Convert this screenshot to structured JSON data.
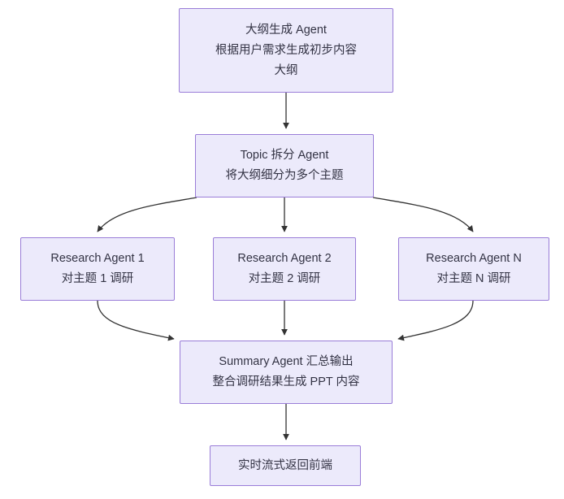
{
  "diagram": {
    "type": "flowchart",
    "direction": "top-down",
    "theme": {
      "node_fill": "#ECEAFB",
      "node_border": "#9A7DD8",
      "text_color": "#333344",
      "edge_color": "#333333",
      "background": "#FFFFFF"
    },
    "nodes": [
      {
        "id": "outline",
        "lines": [
          "大纲生成 Agent",
          "根据用户需求生成初步内容",
          "大纲"
        ]
      },
      {
        "id": "topic",
        "lines": [
          "Topic 拆分 Agent",
          "将大纲细分为多个主题"
        ]
      },
      {
        "id": "research1",
        "lines": [
          "Research Agent 1",
          "对主题 1 调研"
        ]
      },
      {
        "id": "research2",
        "lines": [
          "Research Agent 2",
          "对主题 2 调研"
        ]
      },
      {
        "id": "researchN",
        "lines": [
          "Research Agent N",
          "对主题 N 调研"
        ]
      },
      {
        "id": "summary",
        "lines": [
          "Summary Agent 汇总输出",
          "整合调研结果生成 PPT 内容"
        ]
      },
      {
        "id": "stream",
        "lines": [
          "实时流式返回前端"
        ]
      }
    ],
    "edges": [
      {
        "from": "outline",
        "to": "topic",
        "style": "straight"
      },
      {
        "from": "topic",
        "to": "research1",
        "style": "curved"
      },
      {
        "from": "topic",
        "to": "research2",
        "style": "straight"
      },
      {
        "from": "topic",
        "to": "researchN",
        "style": "curved"
      },
      {
        "from": "research1",
        "to": "summary",
        "style": "curved"
      },
      {
        "from": "research2",
        "to": "summary",
        "style": "straight"
      },
      {
        "from": "researchN",
        "to": "summary",
        "style": "curved"
      },
      {
        "from": "summary",
        "to": "stream",
        "style": "straight"
      }
    ]
  }
}
